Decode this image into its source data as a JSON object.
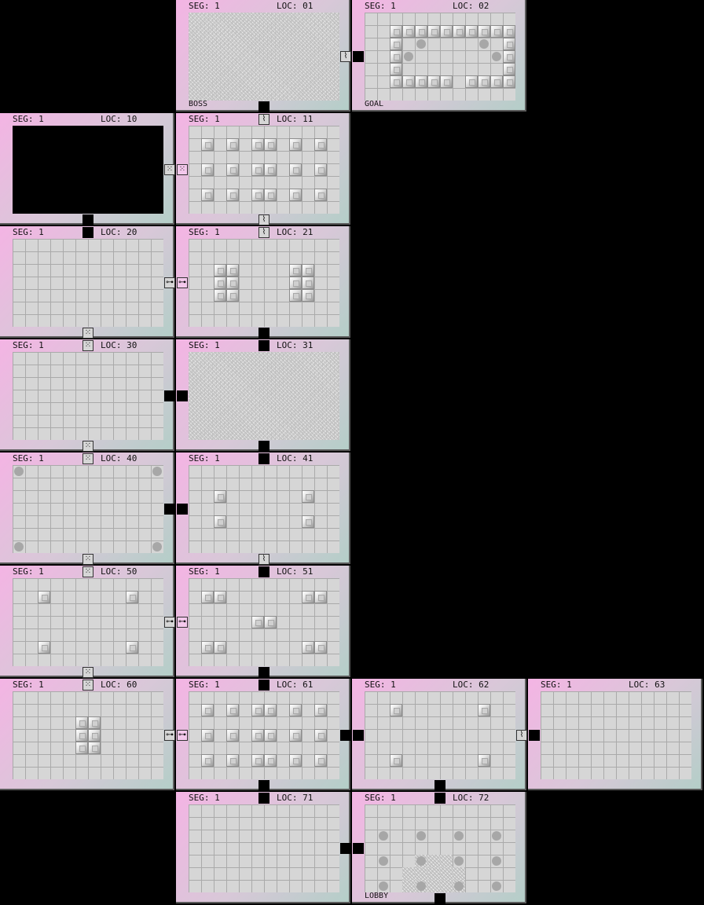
{
  "rooms": [
    {
      "seg": "SEG: 1",
      "loc": "LOC: 01",
      "label": "BOSS"
    },
    {
      "seg": "SEG: 1",
      "loc": "LOC: 02",
      "label": "GOAL"
    },
    {
      "seg": "SEG: 1",
      "loc": "LOC: 10"
    },
    {
      "seg": "SEG: 1",
      "loc": "LOC: 11"
    },
    {
      "seg": "SEG: 1",
      "loc": "LOC: 20"
    },
    {
      "seg": "SEG: 1",
      "loc": "LOC: 21"
    },
    {
      "seg": "SEG: 1",
      "loc": "LOC: 30"
    },
    {
      "seg": "SEG: 1",
      "loc": "LOC: 31"
    },
    {
      "seg": "SEG: 1",
      "loc": "LOC: 40"
    },
    {
      "seg": "SEG: 1",
      "loc": "LOC: 41"
    },
    {
      "seg": "SEG: 1",
      "loc": "LOC: 50"
    },
    {
      "seg": "SEG: 1",
      "loc": "LOC: 51"
    },
    {
      "seg": "SEG: 1",
      "loc": "LOC: 60"
    },
    {
      "seg": "SEG: 1",
      "loc": "LOC: 61"
    },
    {
      "seg": "SEG: 1",
      "loc": "LOC: 62"
    },
    {
      "seg": "SEG: 1",
      "loc": "LOC: 63"
    },
    {
      "seg": "SEG: 1",
      "loc": "LOC: 71"
    },
    {
      "seg": "SEG: 1",
      "loc": "LOC: 72",
      "label": "LOBBY"
    }
  ],
  "door_icons": {
    "key": "key-icon",
    "boss": "boss-door-icon",
    "dice": "dice-icon"
  },
  "colors": {
    "room_pink": "#f4b4e4",
    "room_teal": "#b4cec8",
    "floor": "#d6d6d6",
    "background": "#000000"
  }
}
